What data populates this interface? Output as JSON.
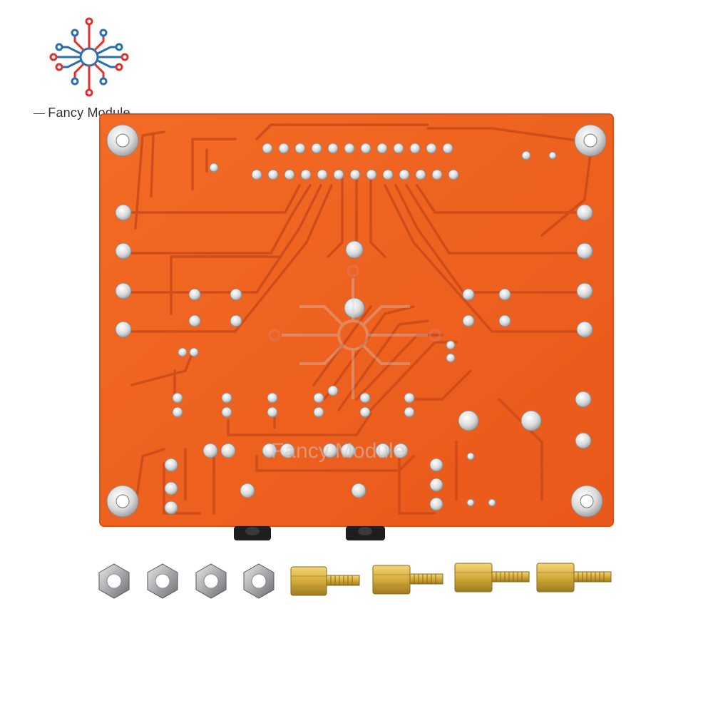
{
  "brand": {
    "logo_text": "Fancy Module",
    "watermark_text": "Fancy Module",
    "colors": {
      "blue": "#2a6fb5",
      "red": "#e0312e",
      "pcb": "#f0621e",
      "trace": "#c6461a",
      "brass": "#d4ac3a",
      "steel": "#b9bcc0"
    }
  },
  "scene": {
    "subject": "pcb-board-back",
    "hardware": [
      "hex-nut",
      "hex-nut",
      "hex-nut",
      "hex-nut",
      "brass-standoff",
      "brass-standoff",
      "brass-standoff",
      "brass-standoff"
    ]
  }
}
